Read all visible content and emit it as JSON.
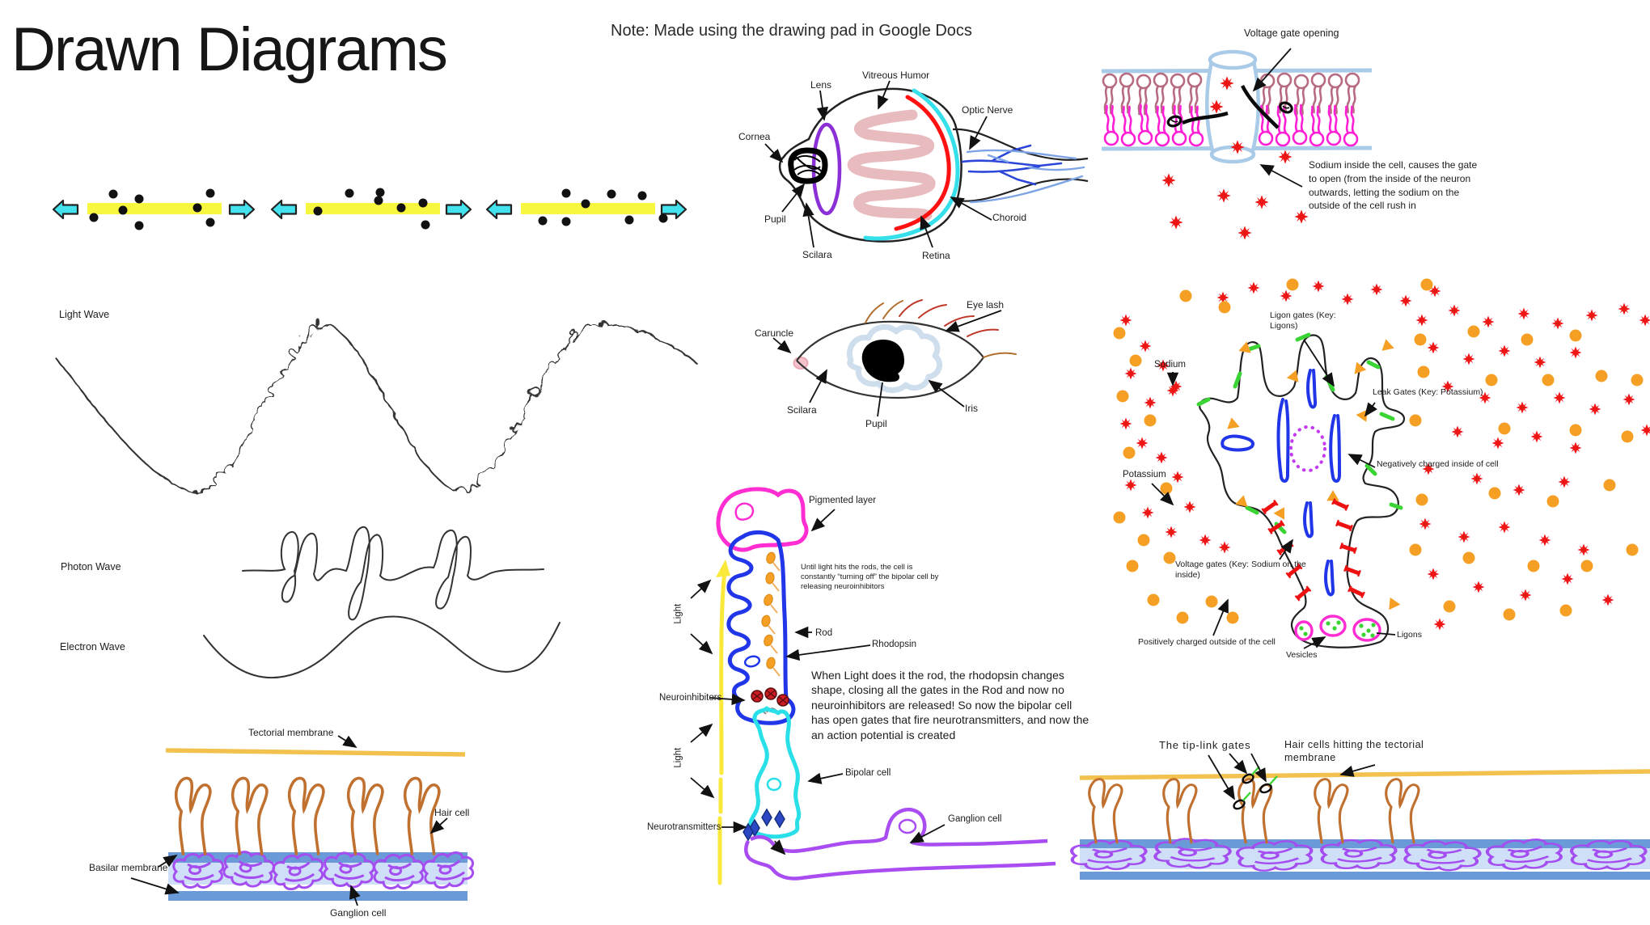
{
  "page": {
    "title": "Drawn Diagrams",
    "note": "Note: Made using the drawing pad in Google Docs"
  },
  "colors": {
    "sound_bar_yellow": "#f8f73f",
    "cyan_arrow": "#44e2ee",
    "tectorial_gold": "#f2c14e",
    "basilar_blue_dark": "#6a9ad8",
    "basilar_blue_light": "#cfdff7",
    "hair_cell_orange": "#c0702f",
    "cochlea_ganglion_purple": "#a44df0",
    "lens_purple": "#8b2fd6",
    "retina_red": "#ff1111",
    "choroid_cyan": "#35e0ea",
    "vitreous_pink": "#e8bcbe",
    "optic_nerve_blue": "#2b46d8",
    "optic_nerve_lightblue": "#7ea4e6",
    "iris_lightblue": "#cfdeed",
    "caruncle_pink": "#f5c3cb",
    "rod_blue": "#2036e8",
    "pigmented_magenta": "#ff2dd2",
    "rhodopsin_orange": "#f5a024",
    "neuroinhibitor_red": "#cc1c22",
    "bipolar_cyan": "#29dfe8",
    "neurotransmitter_blue": "#2b47c4",
    "light_beam_yellow": "#fae93a",
    "membrane_lightblue": "#a9cbe8",
    "phospholipid_top_mauve": "#b66b80",
    "phospholipid_bottom_magenta": "#ff1fd4",
    "sodium_red": "#ee1515",
    "potassium_orange": "#f5a024",
    "ligand_gate_green": "#3bd435",
    "voltage_gate_red": "#ee1111",
    "nucleus_dotted_purple": "#c23bf0",
    "vesicle_magenta": "#ff2dd2"
  },
  "waves": {
    "light_label": "Light Wave",
    "photon_label": "Photon Wave",
    "electron_label": "Electron Wave"
  },
  "cochlea_left": {
    "tectorial": "Tectorial membrane",
    "hair": "Hair cell",
    "basilar": "Basilar membrane",
    "ganglion": "Ganglion cell"
  },
  "eye_section": {
    "lens": "Lens",
    "vitreous": "Vitreous Humor",
    "optic": "Optic Nerve",
    "cornea": "Cornea",
    "pupil": "Pupil",
    "sclera": "Scilara",
    "retina": "Retina",
    "choroid": "Choroid"
  },
  "eye_front": {
    "eyelash": "Eye lash",
    "caruncle": "Caruncle",
    "sclera": "Scilara",
    "pupil": "Pupil",
    "iris": "Iris"
  },
  "rod": {
    "pigmented": "Pigmented layer",
    "until_text": "Until light hits the rods, the cell is constantly “turning off” the bipolar cell by releasing neuroinhibitors",
    "light_upper": "Light",
    "light_lower": "Light",
    "rod": "Rod",
    "rhodopsin": "Rhodopsin",
    "when_text": "When Light does it the rod, the rhodopsin changes shape, closing all the gates in the Rod and now no neuroinhibitors are released! So now the bipolar cell has open gates that fire neurotransmitters, and now the an action potential is created",
    "neuroinhibitors": "Neuroinhibitors",
    "bipolar": "Bipolar cell",
    "neurotransmitters": "Neurotransmitters",
    "ganglion": "Ganglion cell"
  },
  "voltage_gate": {
    "title": "Voltage gate opening",
    "body": "Sodium inside the cell, causes the gate to open (from the inside of the neuron outwards, letting the sodium on the outside of the cell rush in"
  },
  "neuron": {
    "sodium": "Sodium",
    "potassium": "Potassium",
    "ligon_gates": "Ligon gates (Key: Ligons)",
    "leak_gates": "Leak Gates (Key: Potassium)",
    "negative": "Negatively charged inside of cell",
    "voltage_gates": "Voltage gates (Key: Sodium on the inside)",
    "positive": "Positively charged outside of the cell",
    "vesicles": "Vesicles",
    "ligons": "Ligons"
  },
  "cochlea_right": {
    "tip_link": "The tip-link gates",
    "hair_hit": "Hair cells hitting the tectorial membrane"
  }
}
